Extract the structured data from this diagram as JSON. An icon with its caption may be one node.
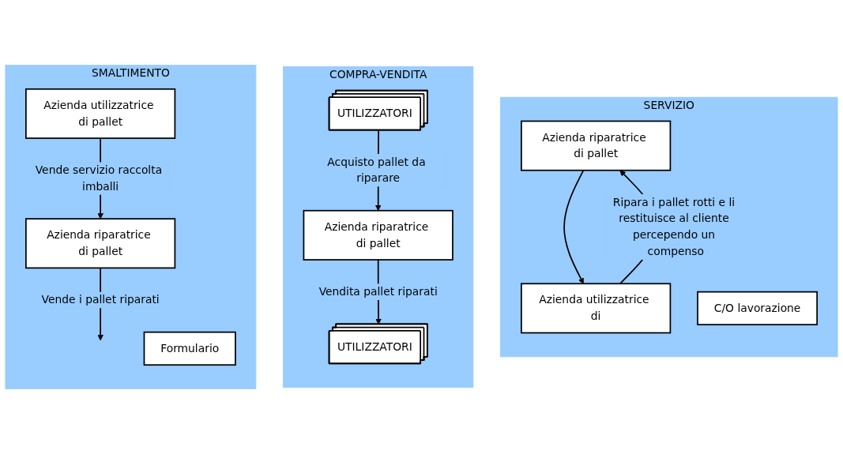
{
  "diagram": {
    "nodes": [
      {
        "text": [
          "SMALTIMENTO"
        ]
      },
      {
        "text": [
          "Azienda utilizzatrice di pallet"
        ],
        "in": 0
      },
      {
        "text": [
          "Formulario"
        ],
        "in": 0
      },
      {
        "text": [
          "Azienda riparatrice di pallet"
        ],
        "in": 0
      },
      {
        "text": [
          "COMPRA-VENDITA"
        ]
      },
      {
        "text": [
          "UTILIZZATORI"
        ],
        "in": 4
      },
      {
        "text": [
          "Azienda riparatrice di pallet"
        ],
        "in": 4
      },
      {
        "text": [
          "UTILIZZATORI"
        ],
        "in": 4
      },
      {
        "text": [
          "SERVIZIO"
        ]
      },
      {
        "text": [
          "Azienda riparatrice di pallet"
        ],
        "in": 8
      },
      {
        "text": [
          "C/O lavorazione"
        ],
        "in": 8
      },
      {
        "text": [
          "Azienda utilizzatrice di"
        ],
        "in": 8
      }
    ],
    "edges": [
      {
        "from": 1,
        "to": 3,
        "arrow": "to",
        "label": "Vende servizio raccolta imballi"
      },
      {
        "from": 3,
        "to": null,
        "arrow": "to",
        "label": "Vende i pallet riparati"
      },
      {
        "from": 5,
        "to": 6,
        "arrow": "to",
        "label": "Acquisto pallet da riparare"
      },
      {
        "from": 6,
        "to": 7,
        "arrow": "to",
        "label": "Vendita pallet riparati"
      },
      {
        "from": 9,
        "to": 11,
        "arrow": "to"
      },
      {
        "from": 11,
        "to": 9,
        "arrow": "to",
        "label": "Ripara i pallet rotti e li restituisce al cliente percependo un compenso"
      }
    ]
  }
}
